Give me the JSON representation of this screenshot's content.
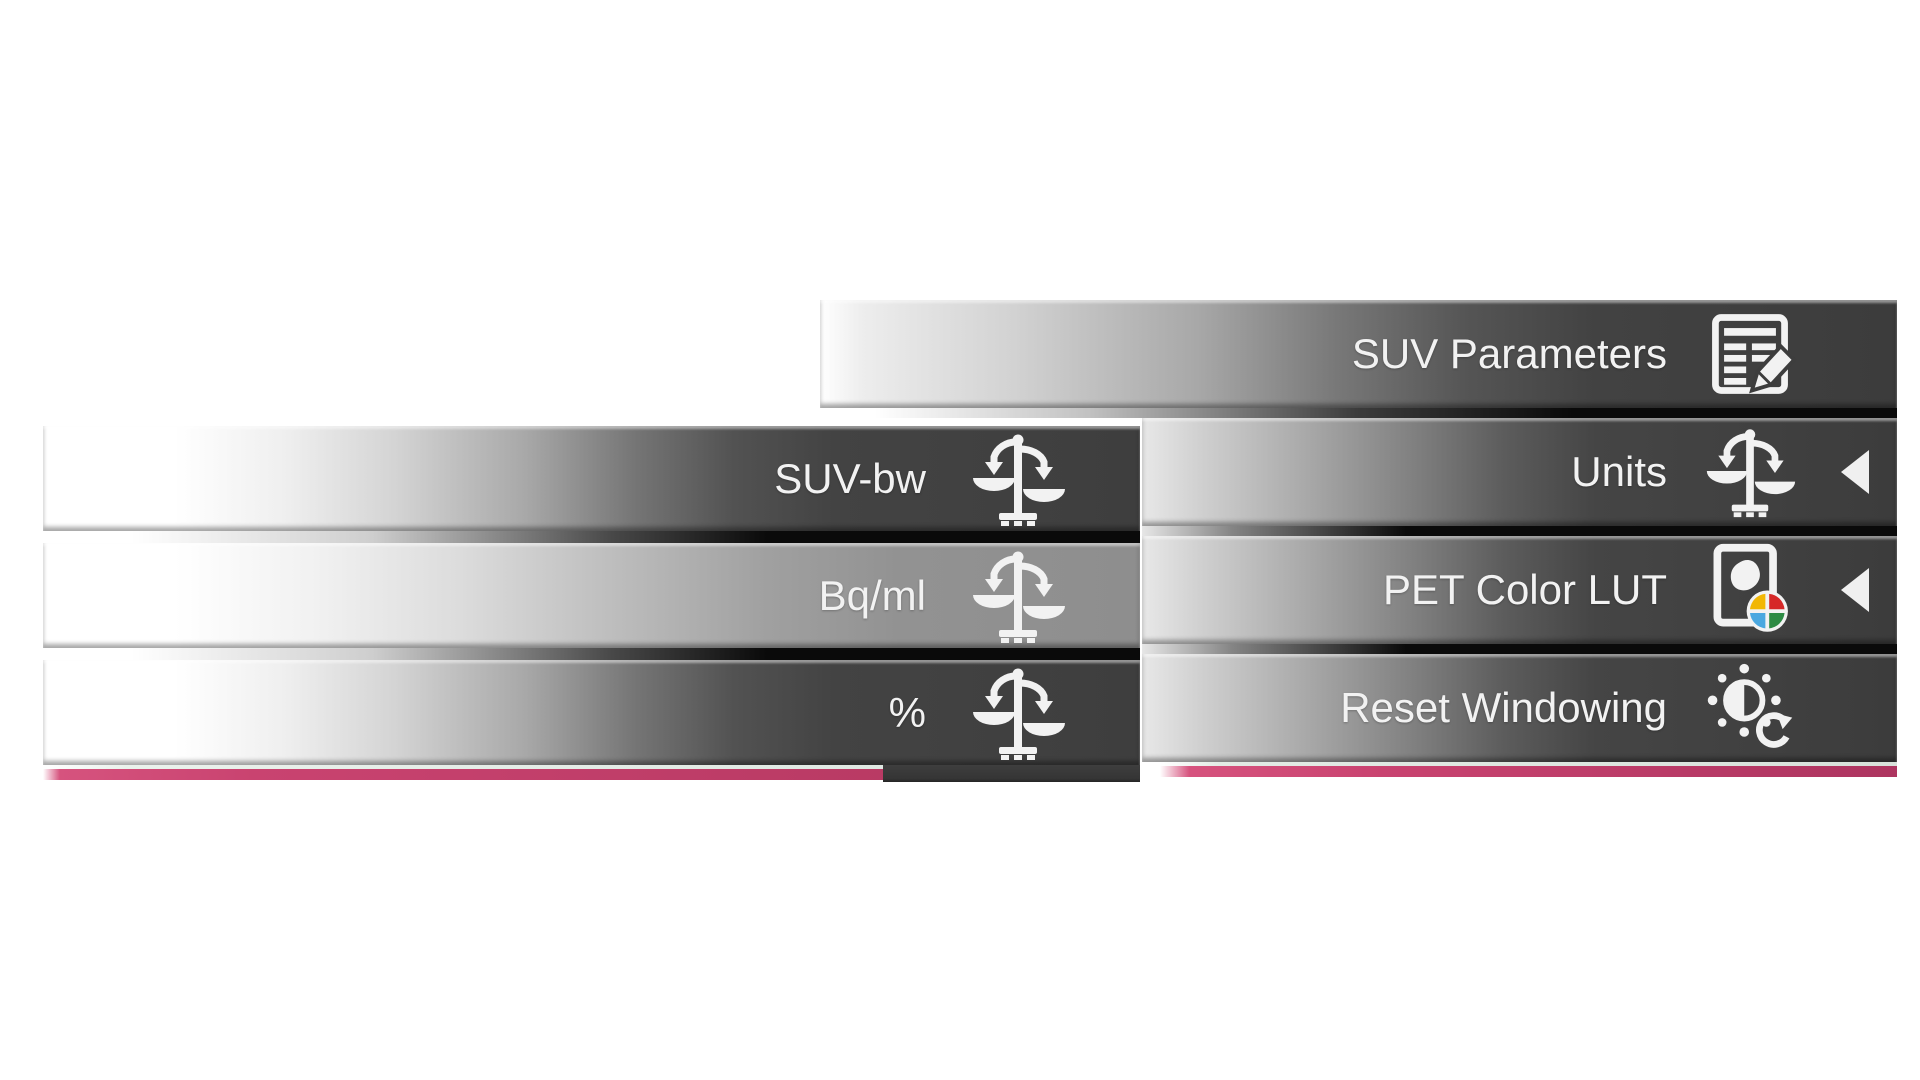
{
  "context_menu": {
    "items": [
      {
        "label": "SUV Parameters",
        "icon": "document-edit-icon",
        "submenu_arrow": false
      },
      {
        "label": "Units",
        "icon": "scales-icon",
        "submenu_arrow": true
      },
      {
        "label": "PET Color LUT",
        "icon": "color-lut-icon",
        "submenu_arrow": true
      },
      {
        "label": "Reset Windowing",
        "icon": "brightness-reset-icon",
        "submenu_arrow": false
      }
    ]
  },
  "units_submenu": {
    "parent": "Units",
    "items": [
      {
        "label": "SUV-bw",
        "icon": "scales-icon",
        "state": "normal"
      },
      {
        "label": "Bq/ml",
        "icon": "scales-icon",
        "state": "highlighted"
      },
      {
        "label": "%",
        "icon": "scales-icon",
        "state": "normal"
      }
    ]
  },
  "colors": {
    "accent_pink": "#c94370",
    "row_dark": "#3d3d3d",
    "row_highlight": "#8e8e8e",
    "text": "#f2f2f2",
    "lut_yellow": "#f2b705",
    "lut_red": "#d62828",
    "lut_blue": "#4aa8e0",
    "lut_green": "#2e8b44"
  }
}
